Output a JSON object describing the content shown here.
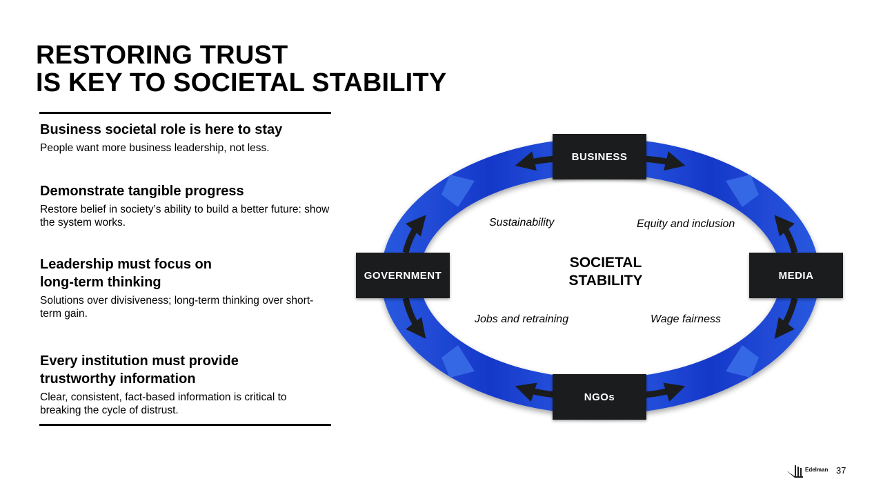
{
  "title": {
    "line1": "RESTORING TRUST",
    "line2": "IS KEY TO SOCIETAL STABILITY"
  },
  "points": [
    {
      "heading": "Business societal role is here to stay",
      "body": "People want more business leadership, not less."
    },
    {
      "heading": "Demonstrate tangible progress",
      "body": "Restore belief in society’s ability to build a better future: show the system works."
    },
    {
      "heading_line1": "Leadership must focus on",
      "heading_line2": "long-term thinking",
      "body": "Solutions over divisiveness; long-term thinking over short-term gain."
    },
    {
      "heading_line1": "Every institution must provide",
      "heading_line2": "trustworthy information",
      "body": "Clear, consistent, fact-based information is critical to breaking the cycle of distrust."
    }
  ],
  "diagram": {
    "center_line1": "SOCIETAL",
    "center_line2": "STABILITY",
    "institutions": {
      "business": "BUSINESS",
      "government": "GOVERNMENT",
      "media": "MEDIA",
      "ngos": "NGOs"
    },
    "themes": {
      "sustainability": "Sustainability",
      "equity": "Equity and inclusion",
      "jobs": "Jobs and retraining",
      "wage": "Wage fairness"
    },
    "colors": {
      "ring": "#1f47d6",
      "ring_light": "#3a6fe8",
      "box": "#1b1c1e",
      "arrow": "#1b1c1e"
    }
  },
  "footer": {
    "brand": "Edelman",
    "page_number": "37"
  }
}
